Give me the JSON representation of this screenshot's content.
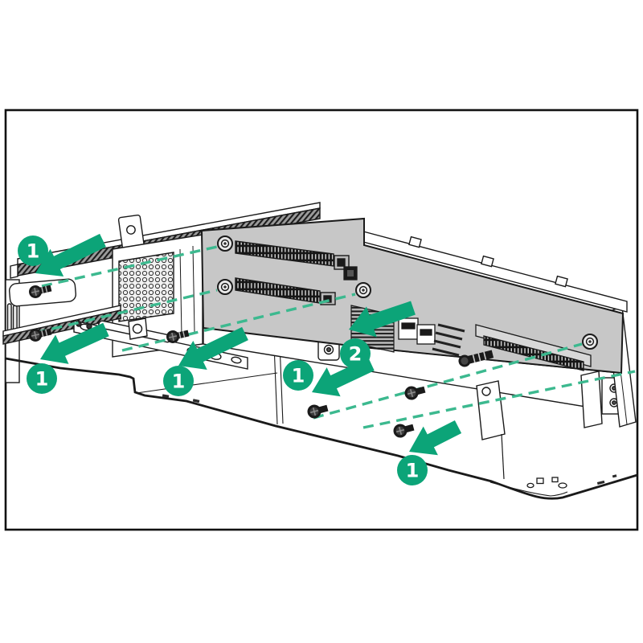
{
  "figure": {
    "callouts": [
      {
        "id": "step-1-top-left",
        "label": "1"
      },
      {
        "id": "step-1-left",
        "label": "1"
      },
      {
        "id": "step-1-mid-left",
        "label": "1"
      },
      {
        "id": "step-1-mid",
        "label": "1"
      },
      {
        "id": "step-2-board",
        "label": "2"
      },
      {
        "id": "step-1-bottom",
        "label": "1"
      }
    ],
    "colors": {
      "accent_green": "#0CA478",
      "dash_green": "#3CB98F",
      "board_gray": "#C7C7C7",
      "line": "#1A1A1A",
      "background": "#FFFFFF"
    }
  }
}
